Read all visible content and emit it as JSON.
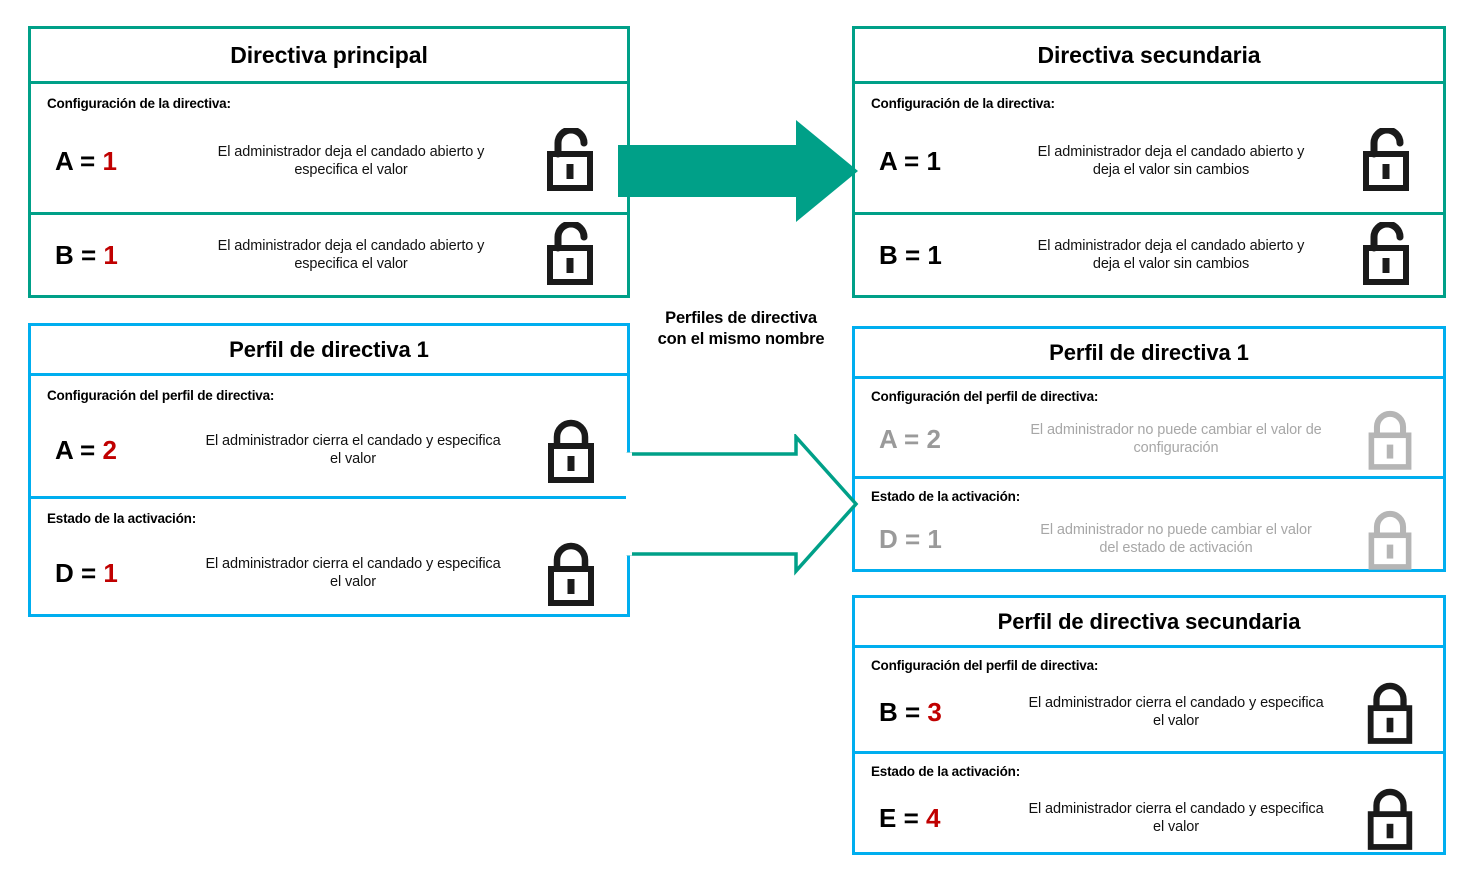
{
  "diagram": {
    "center_caption_line1": "Perfiles de directiva",
    "center_caption_line2": "con el mismo nombre",
    "colors": {
      "teal": "#00A088",
      "blue": "#00AEEF",
      "value_red": "#C00000",
      "muted_gray": "#A7A7A7",
      "text_black": "#000000"
    },
    "arrows": {
      "top_arrow": "solid-teal-right-arrow",
      "bottom_arrow": "outlined-teal-right-arrow"
    }
  },
  "boxes": {
    "primary_policy": {
      "title": "Directiva principal",
      "border_color": "#00A088",
      "sections": [
        {
          "label": "Configuración  de la directiva:",
          "key": "A = ",
          "value": "1",
          "value_color": "red",
          "description_line1": "El administrador  deja  el candado  abierto  y",
          "description_line2": "especifica  el valor",
          "lock": "unlocked-icon",
          "lock_state": "open"
        },
        {
          "label": "",
          "key": "B = ",
          "value": "1",
          "value_color": "red",
          "description_line1": "El administrador  deja  el candado  abierto  y",
          "description_line2": "especifica  el valor",
          "lock": "unlocked-icon",
          "lock_state": "open"
        }
      ]
    },
    "secondary_policy": {
      "title": "Directiva secundaria",
      "border_color": "#00A088",
      "sections": [
        {
          "label": "Configuración  de la directiva:",
          "key": "A = ",
          "value": "1",
          "value_color": "black",
          "description_line1": "El administrador  deja  el candado  abierto  y",
          "description_line2": "deja  el valor  sin cambios",
          "lock": "unlocked-icon",
          "lock_state": "open"
        },
        {
          "label": "",
          "key": "B = ",
          "value": "1",
          "value_color": "black",
          "description_line1": "El administrador  deja  el candado  abierto  y",
          "description_line2": "deja  el valor  sin cambios",
          "lock": "unlocked-icon",
          "lock_state": "open"
        }
      ]
    },
    "policy_profile_1_left": {
      "title": "Perfil de directiva 1",
      "border_color": "#00AEEF",
      "sections": [
        {
          "label": "Configuración  del perfil  de directiva:",
          "key": "A = ",
          "value": "2",
          "value_color": "red",
          "description_line1": "El administrador  cierra el candado  y especifica",
          "description_line2": "el valor",
          "lock": "locked-icon",
          "lock_state": "closed"
        },
        {
          "label": "Estado  de la activación:",
          "key": "D = ",
          "value": "1",
          "value_color": "red",
          "description_line1": "El administrador  cierra el candado  y especifica",
          "description_line2": "el valor",
          "lock": "locked-icon",
          "lock_state": "closed"
        }
      ]
    },
    "policy_profile_1_right": {
      "title": "Perfil de directiva 1",
      "border_color": "#00AEEF",
      "sections": [
        {
          "label": "Configuración  del perfil  de directiva:",
          "key": "A = ",
          "value": "2",
          "value_color": "gray",
          "description_line1": "El administrador  no puede  cambiar  el valor  de",
          "description_line2": "configuración",
          "lock": "locked-icon",
          "lock_state": "closed-disabled"
        },
        {
          "label": "Estado  de la activación:",
          "key": "D = ",
          "value": "1",
          "value_color": "gray",
          "description_line1": "El administrador  no puede  cambiar  el valor",
          "description_line2": "del estado  de activación",
          "lock": "locked-icon",
          "lock_state": "closed-disabled"
        }
      ]
    },
    "secondary_policy_profile": {
      "title": "Perfil de directiva secundaria",
      "border_color": "#00AEEF",
      "sections": [
        {
          "label": "Configuración  del perfil  de directiva:",
          "key": "B = ",
          "value": "3",
          "value_color": "red",
          "description_line1": "El administrador  cierra el candado  y especifica",
          "description_line2": "el valor",
          "lock": "locked-icon",
          "lock_state": "closed"
        },
        {
          "label": "Estado  de la activación:",
          "key": "E = ",
          "value": "4",
          "value_color": "red",
          "description_line1": "El administrador  cierra el candado  y especifica",
          "description_line2": "el valor",
          "lock": "locked-icon",
          "lock_state": "closed"
        }
      ]
    }
  }
}
